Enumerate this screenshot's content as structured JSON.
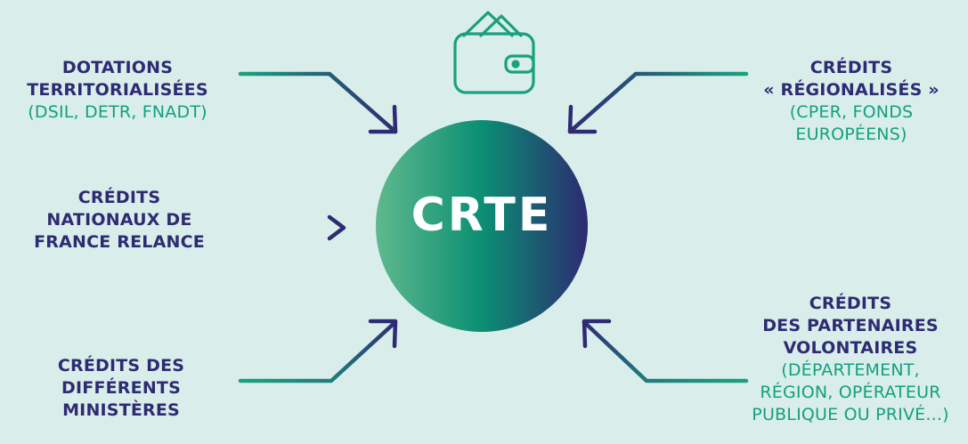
{
  "center": {
    "label": "CRTE"
  },
  "sources": {
    "top_left": {
      "title": [
        "DOTATIONS",
        "TERRITORIALISÉES"
      ],
      "detail": [
        "(DSIL, DETR, FNADT)"
      ]
    },
    "middle_left": {
      "title": [
        "CRÉDITS",
        "NATIONAUX DE",
        "FRANCE RELANCE"
      ],
      "detail": []
    },
    "bottom_left": {
      "title": [
        "CRÉDITS DES",
        "DIFFÉRENTS",
        "MINISTÈRES"
      ],
      "detail": []
    },
    "top_right": {
      "title": [
        "CRÉDITS",
        "« RÉGIONALISÉS »"
      ],
      "detail": [
        "(CPER, FONDS",
        "EUROPÉENS)"
      ]
    },
    "bottom_right": {
      "title": [
        "CRÉDITS",
        "DES PARTENAIRES",
        "VOLONTAIRES"
      ],
      "detail": [
        "(DÉPARTEMENT,",
        "RÉGION, OPÉRATEUR",
        "PUBLIQUE OU PRIVÉ...)"
      ]
    }
  },
  "icons": {
    "top": "wallet-icon"
  },
  "colors": {
    "background": "#d9eeeb",
    "title_text": "#2e2b73",
    "detail_text": "#13a07e",
    "gradient_start": "#5bb68c",
    "gradient_mid": "#0a8e72",
    "gradient_end": "#2c2c73"
  }
}
